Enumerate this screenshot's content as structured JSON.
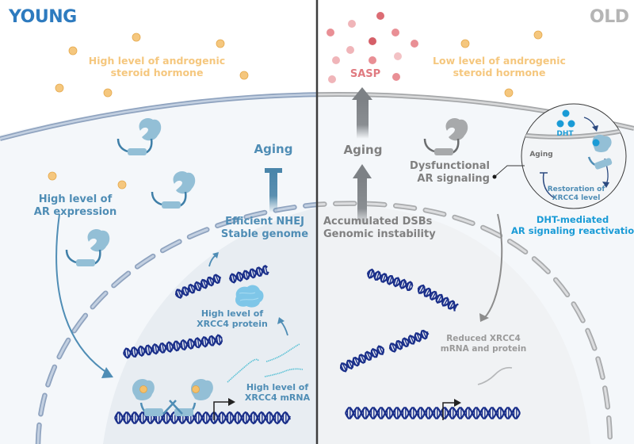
{
  "panels": {
    "young": {
      "title": "YOUNG",
      "hormone_label": [
        "High level of androgenic",
        "steroid hormone"
      ],
      "ar_label": [
        "High level of",
        "AR expression"
      ],
      "aging_label": "Aging",
      "outcome_label": [
        "Efficient NHEJ",
        "Stable genome"
      ],
      "protein_label": [
        "High level of",
        "XRCC4 protein"
      ],
      "mrna_label": [
        "High level of",
        "XRCC4 mRNA"
      ]
    },
    "old": {
      "title": "OLD",
      "sasp_label": "SASP",
      "hormone_label": [
        "Low level of androgenic",
        "steroid hormone"
      ],
      "aging_label": "Aging",
      "ar_label": [
        "Dysfunctional",
        "AR signaling"
      ],
      "outcome_label": [
        "Accumulated DSBs",
        "Genomic instability"
      ],
      "reduced_label": [
        "Reduced XRCC4",
        "mRNA and protein"
      ],
      "inset": {
        "dht_label": "DHT",
        "aging_label": "Aging",
        "restoration_label": [
          "Restoration of",
          "XRCC4 level"
        ]
      },
      "reactivation_label": [
        "DHT-mediated",
        "AR signaling reactivation"
      ]
    }
  },
  "colors": {
    "young_title": "#2e7bbf",
    "old_title": "#b5b5b5",
    "hormone": "#f5c77e",
    "young_text": "#4f8db5",
    "old_text": "#808080",
    "sasp": "#e07a80",
    "dht_text": "#1a9bd6",
    "dna": "#1a2f8a"
  }
}
